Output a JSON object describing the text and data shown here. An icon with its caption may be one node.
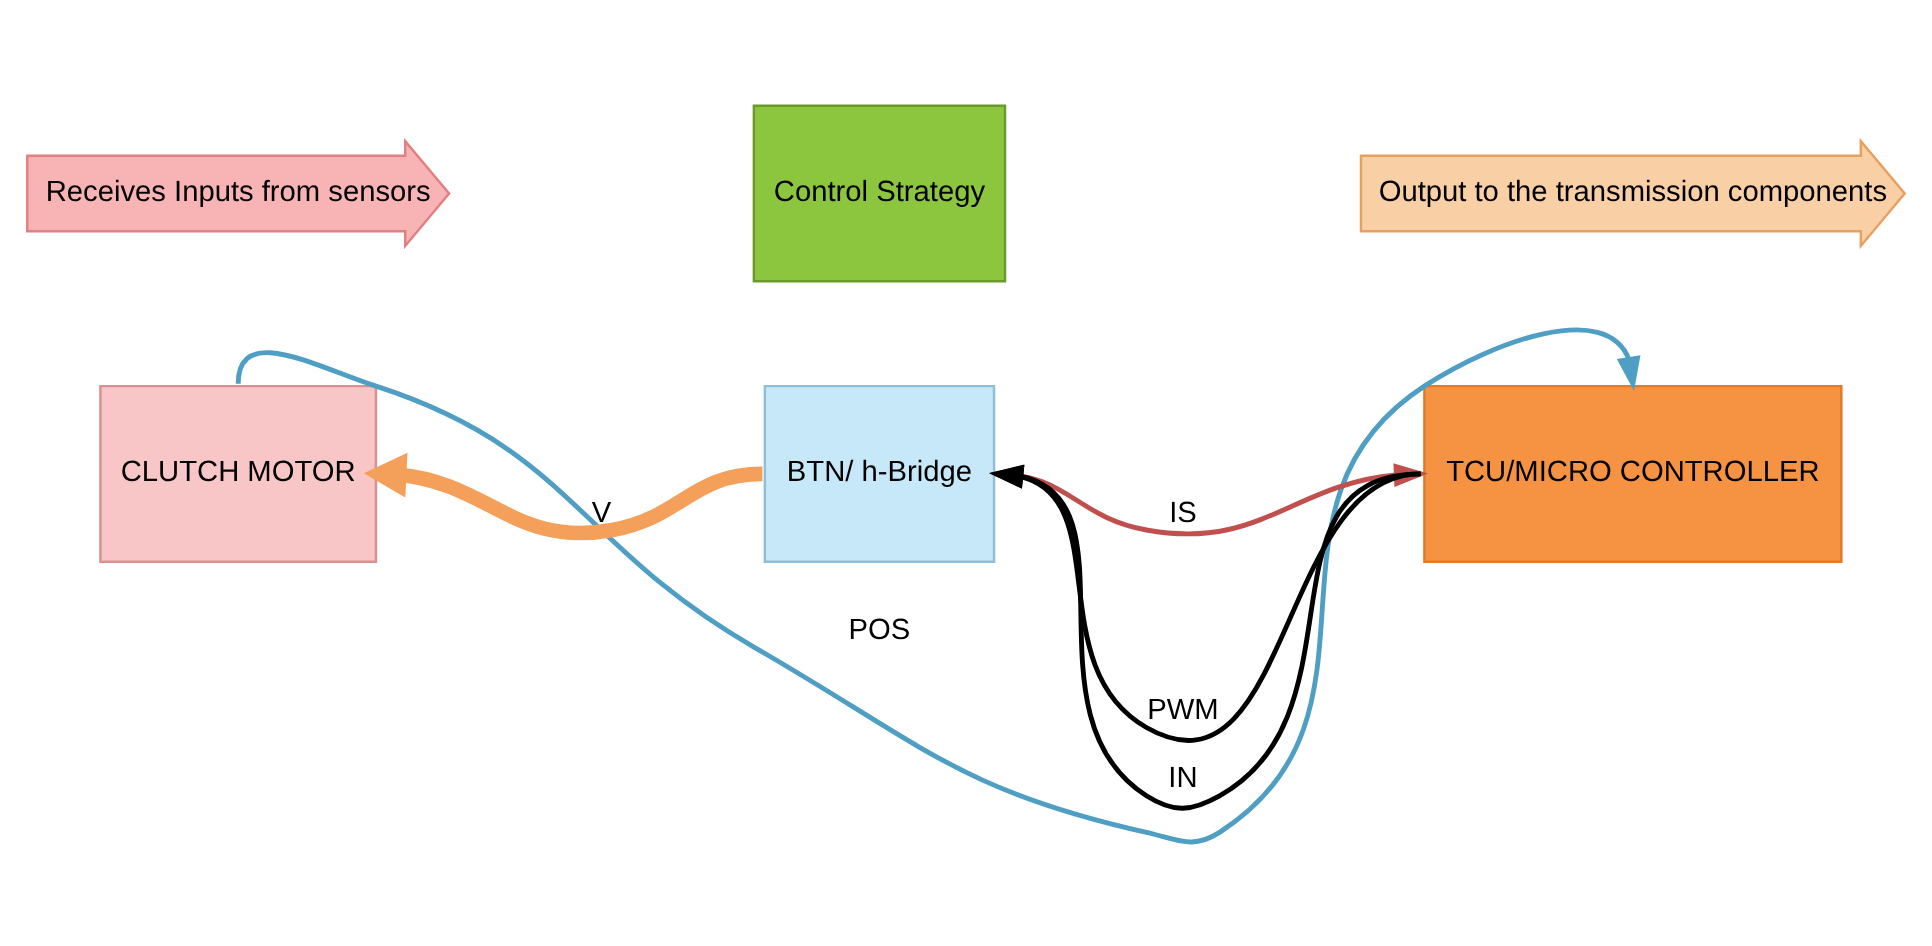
{
  "diagram": {
    "nodes": [
      {
        "text": [
          "CLUTCH MOTOR"
        ]
      },
      {
        "text": [
          "BTN/ h-Bridge"
        ]
      },
      {
        "text": [
          "TCU/MICRO CONTROLLER"
        ]
      },
      {
        "text": [
          "Receives Inputs from sensors"
        ]
      },
      {
        "text": [
          "Control Strategy"
        ]
      },
      {
        "text": [
          "Output to the transmission components"
        ]
      }
    ],
    "edges": [
      {
        "from": 2,
        "to": 1,
        "arrow": "to",
        "label": "PWM"
      },
      {
        "from": 2,
        "to": 1,
        "arrow": "to",
        "label": "IN"
      },
      {
        "from": 1,
        "to": 2,
        "arrow": "to",
        "label": "IS",
        "color": "#c0504d"
      },
      {
        "from": 1,
        "to": 0,
        "arrow": "to",
        "label": "V",
        "style": "thick",
        "color": "#f5a05a"
      },
      {
        "from": 0,
        "to": 2,
        "arrow": "to",
        "label": "POS",
        "color": "#4f9ec4"
      }
    ]
  }
}
